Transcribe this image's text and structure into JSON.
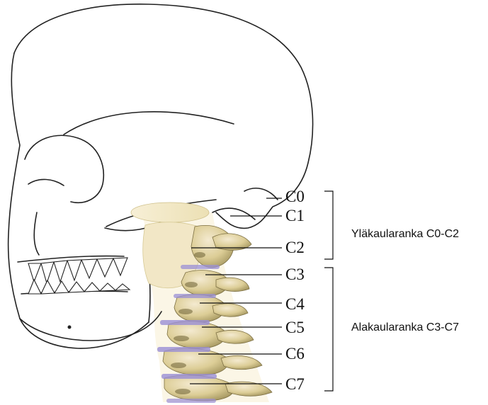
{
  "vertebra_labels": {
    "c0": "C0",
    "c1": "C1",
    "c2": "C2",
    "c3": "C3",
    "c4": "C4",
    "c5": "C5",
    "c6": "C6",
    "c7": "C7"
  },
  "groups": {
    "upper": "Yläkaularanka C0-C2",
    "lower": "Alakaularanka C3-C7"
  },
  "colors": {
    "bone": "#dccd96",
    "bone_shadow": "#a89a63",
    "disc": "#9a8fd6",
    "skull_line": "#222222",
    "leader_line": "#111111"
  }
}
